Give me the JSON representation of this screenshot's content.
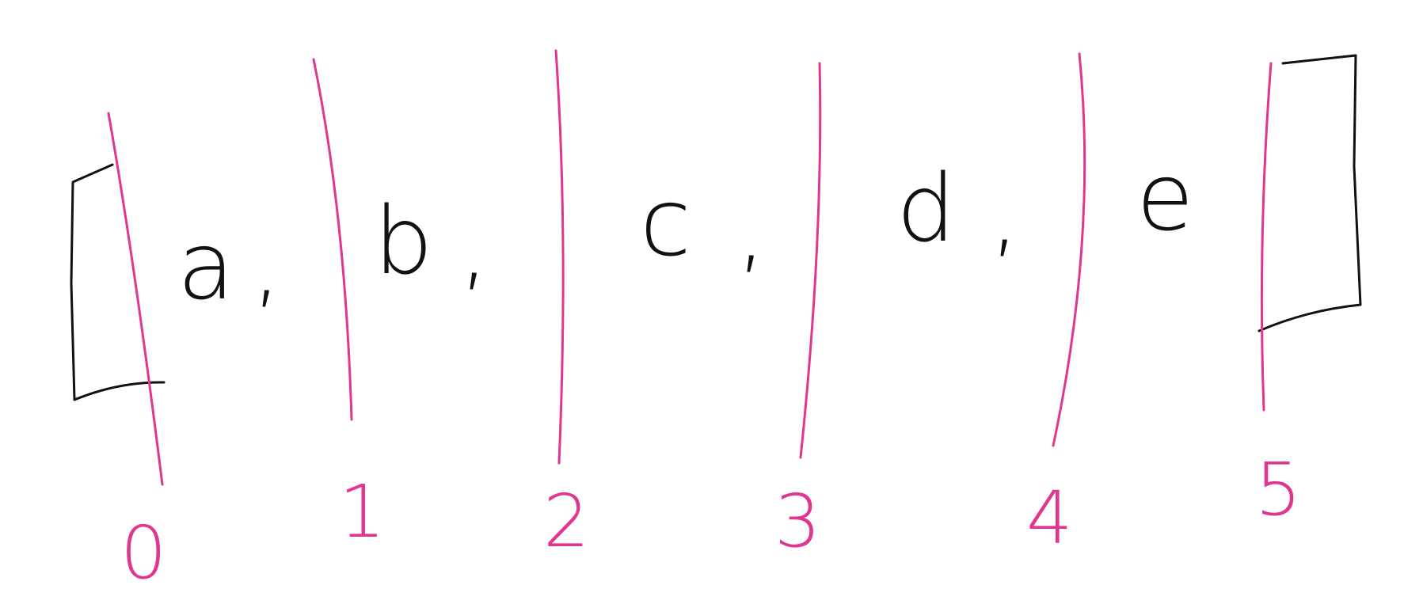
{
  "colors": {
    "ink": "#111111",
    "index_ink": "#e0368f",
    "background": "#ffffff"
  },
  "sequence": {
    "elements": [
      "a",
      "b",
      "c",
      "d",
      "e"
    ],
    "separators": [
      ",",
      ",",
      ",",
      ","
    ],
    "open_bracket": "[",
    "close_bracket": "]"
  },
  "indices": [
    "0",
    "1",
    "2",
    "3",
    "4",
    "5"
  ]
}
